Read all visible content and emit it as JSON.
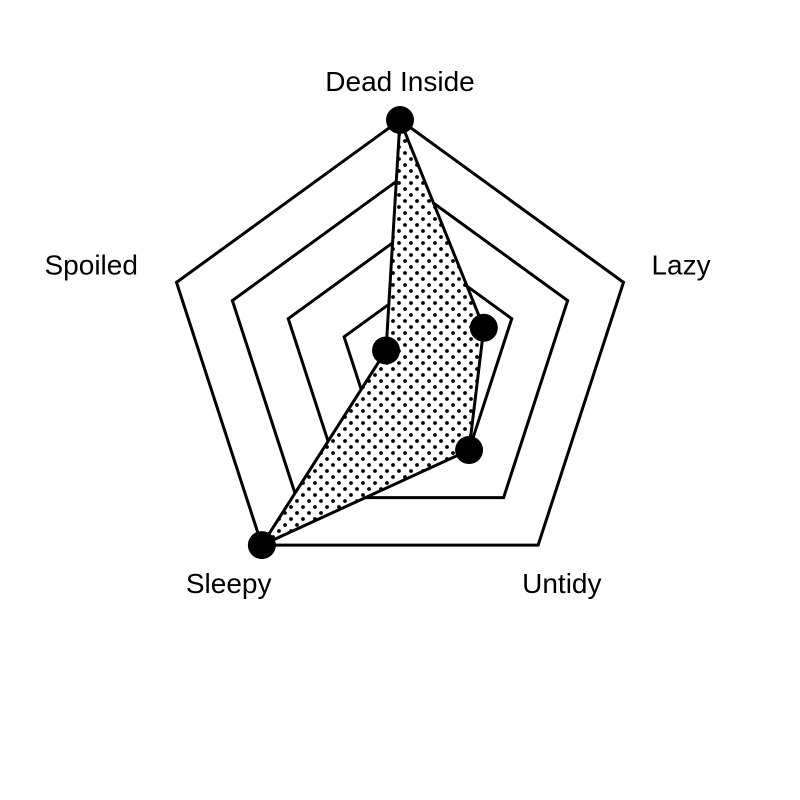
{
  "chart_data": {
    "type": "radar",
    "title": "",
    "categories": [
      "Dead Inside",
      "Lazy",
      "Untidy",
      "Sleepy",
      "Spoiled"
    ],
    "series": [
      {
        "values": [
          4,
          1.5,
          2,
          4,
          0.25
        ]
      }
    ],
    "rlim": [
      0,
      4
    ],
    "ring_levels": [
      1,
      2,
      3,
      4
    ],
    "grid": true,
    "legend": "none",
    "colors": {
      "background": "#ffffff",
      "grid": "#000000",
      "fill_pattern": "dots",
      "fill_dot": "#000000",
      "marker": "#000000",
      "text": "#000000"
    }
  }
}
